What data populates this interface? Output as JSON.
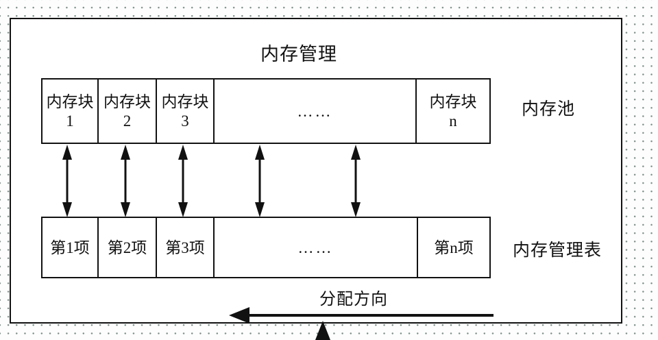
{
  "diagram": {
    "title": "内存管理",
    "memory_pool": {
      "side_label": "内存池",
      "cells": [
        {
          "line1": "内存块",
          "line2": "1"
        },
        {
          "line1": "内存块",
          "line2": "2"
        },
        {
          "line1": "内存块",
          "line2": "3"
        },
        {
          "line1": "……",
          "line2": ""
        },
        {
          "line1": "内存块",
          "line2": "n"
        }
      ]
    },
    "management_table": {
      "side_label": "内存管理表",
      "cells": [
        {
          "line1": "第1项",
          "line2": ""
        },
        {
          "line1": "第2项",
          "line2": ""
        },
        {
          "line1": "第3项",
          "line2": ""
        },
        {
          "line1": "……",
          "line2": ""
        },
        {
          "line1": "第n项",
          "line2": ""
        }
      ]
    },
    "allocation": {
      "label": "分配方向",
      "direction": "left"
    },
    "link_arrows": {
      "count": 5,
      "style": "double-headed-vertical",
      "x_positions": [
        82,
        167,
        251,
        363,
        503
      ]
    },
    "colors": {
      "stroke": "#111111",
      "background": "#ffffff",
      "dot_pattern": "#7f9089"
    }
  }
}
